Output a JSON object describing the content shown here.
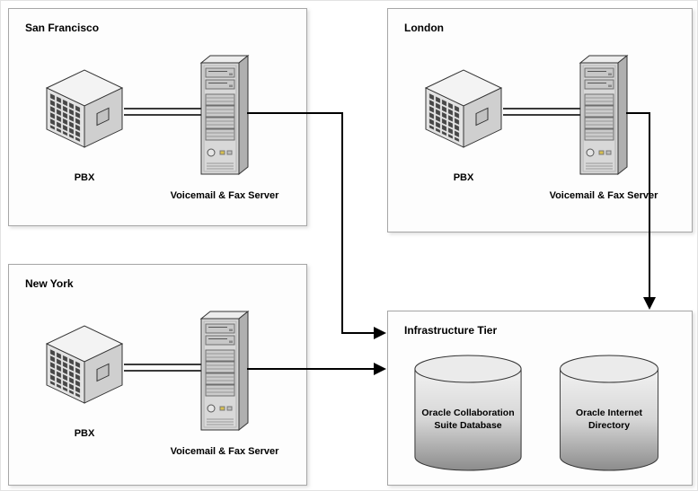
{
  "sites": [
    {
      "name": "San Francisco",
      "pbx_label": "PBX",
      "server_label": "Voicemail & Fax Server"
    },
    {
      "name": "London",
      "pbx_label": "PBX",
      "server_label": "Voicemail & Fax Server"
    },
    {
      "name": "New York",
      "pbx_label": "PBX",
      "server_label": "Voicemail & Fax Server"
    }
  ],
  "infrastructure": {
    "title": "Infrastructure Tier",
    "databases": [
      {
        "label": "Oracle Collaboration Suite Database"
      },
      {
        "label": "Oracle Internet Directory"
      }
    ]
  },
  "icons": {
    "pbx": "pbx-3d-chassis-icon",
    "server": "tower-server-icon",
    "database": "database-cylinder-icon"
  },
  "colors": {
    "arrow": "#000000",
    "box_border": "#a6a6a6",
    "box_background": "#fdfdfd"
  }
}
